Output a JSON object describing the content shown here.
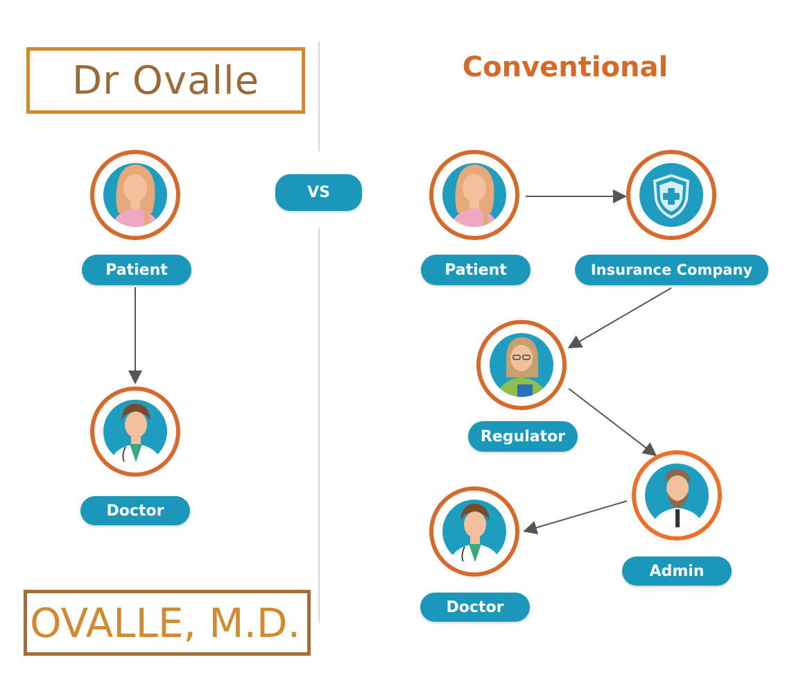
{
  "left": {
    "title": "Dr Ovalle",
    "nodes": {
      "patient": "Patient",
      "doctor": "Doctor"
    },
    "footer": "OVALLE, M.D."
  },
  "vs_label": "VS",
  "right": {
    "heading": "Conventional",
    "nodes": {
      "patient": "Patient",
      "insurance": "Insurance Company",
      "regulator": "Regulator",
      "admin": "Admin",
      "doctor": "Doctor"
    }
  },
  "colors": {
    "ring": "#d46a2c",
    "inner": "#1f9dc1",
    "pill": "#1b97b9",
    "heading": "#d4692a",
    "arrow": "#555555"
  }
}
